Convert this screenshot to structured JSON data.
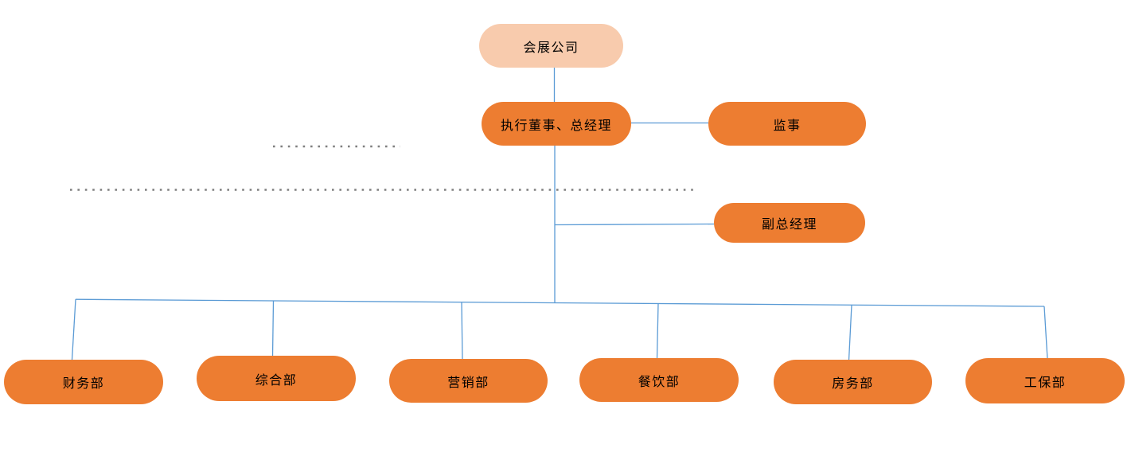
{
  "org": {
    "root": {
      "label": "会展公司"
    },
    "executive": {
      "label": "执行董事、总经理"
    },
    "supervisor": {
      "label": "监事"
    },
    "deputy": {
      "label": "副总经理"
    },
    "departments": [
      "财务部",
      "综合部",
      "营销部",
      "餐饮部",
      "房务部",
      "工保部"
    ]
  },
  "chart_data": {
    "type": "org-chart",
    "hierarchy": {
      "label": "会展公司",
      "children": [
        {
          "label": "执行董事、总经理",
          "peers": [
            "监事"
          ],
          "children": [
            {
              "label": "副总经理"
            },
            {
              "label": "财务部"
            },
            {
              "label": "综合部"
            },
            {
              "label": "营销部"
            },
            {
              "label": "餐饮部"
            },
            {
              "label": "房务部"
            },
            {
              "label": "工保部"
            }
          ]
        }
      ]
    }
  },
  "colors": {
    "background": "#FFFFFF",
    "root_fill": "#F8CBAD",
    "node_fill": "#ED7D31",
    "connector": "#5B9BD5",
    "dotted_line": "#7F7F7F",
    "text": "#000000"
  }
}
